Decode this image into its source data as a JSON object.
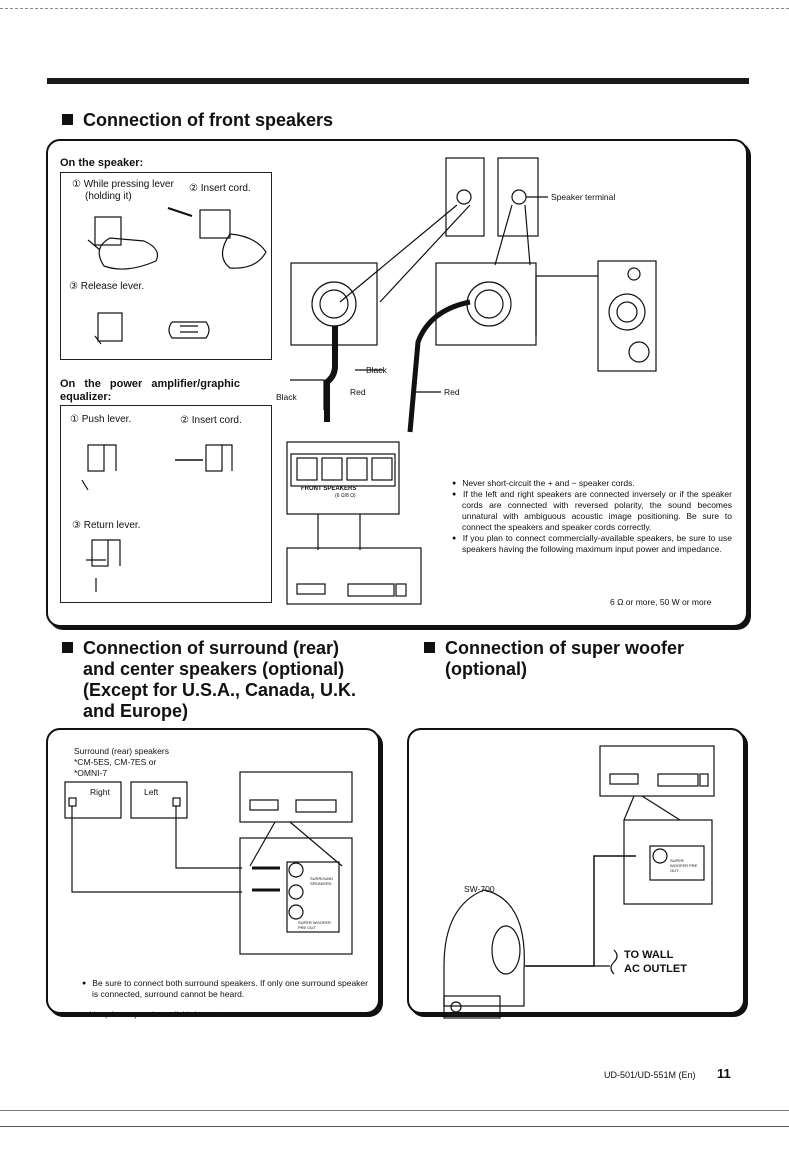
{
  "heading_front": "Connection of front speakers",
  "front": {
    "on_speaker_title": "On the speaker:",
    "step1": "① While pressing lever",
    "step1b": "(holding it)",
    "step2": "② Insert cord.",
    "step3": "③ Release lever.",
    "amp_title_1": "On the power amplifier/graphic",
    "amp_title_2": "equalizer:",
    "amp_step1": "① Push lever.",
    "amp_step2": "② Insert cord.",
    "amp_step3": "③ Return lever.",
    "speaker_terminal": "Speaker terminal",
    "black": "Black",
    "red": "Red",
    "front_speakers_label": "FRONT SPEAKERS",
    "ohm_label": "(6 Ω/8 Ω)",
    "notes": [
      "Never short-circuit the + and − speaker cords.",
      "If the left and right speakers are connected inversely or if the speaker cords are connected with reversed polarity, the sound becomes unnatural with ambiguous acoustic image positioning. Be sure to connect the speakers and speaker cords correctly.",
      "If you plan to connect commercially-available speakers, be sure to use speakers having the following maximum input power and impedance."
    ],
    "spec": "6 Ω or more, 50 W or more"
  },
  "heading_surround": [
    "Connection of surround (rear)",
    "and center speakers (optional)",
    "(Except for U.S.A., Canada, U.K.",
    "and Europe)"
  ],
  "surround": {
    "title": "Surround (rear) speakers",
    "models": [
      "*CM-5ES, CM-7ES or",
      "*OMNI-7"
    ],
    "right": "Right",
    "left": "Left",
    "surround_label": "SURROUND SPEAKERS",
    "woofer_label": "SUPER WOOFER PRE OUT",
    "note": "Be sure to connect both surround speakers. If only one surround speaker is connected, surround cannot be heard.",
    "footnote": "* This option may not be available in some areas."
  },
  "heading_woofer": [
    "Connection of super woofer",
    "(optional)"
  ],
  "woofer": {
    "model": "SW-700",
    "outlet_1": "TO WALL",
    "outlet_2": "AC OUTLET",
    "pre_out": "SUPER WOOFER PRE OUT"
  },
  "footer": {
    "model_text": "UD-501/UD-551M (En)",
    "page_number": "11"
  }
}
